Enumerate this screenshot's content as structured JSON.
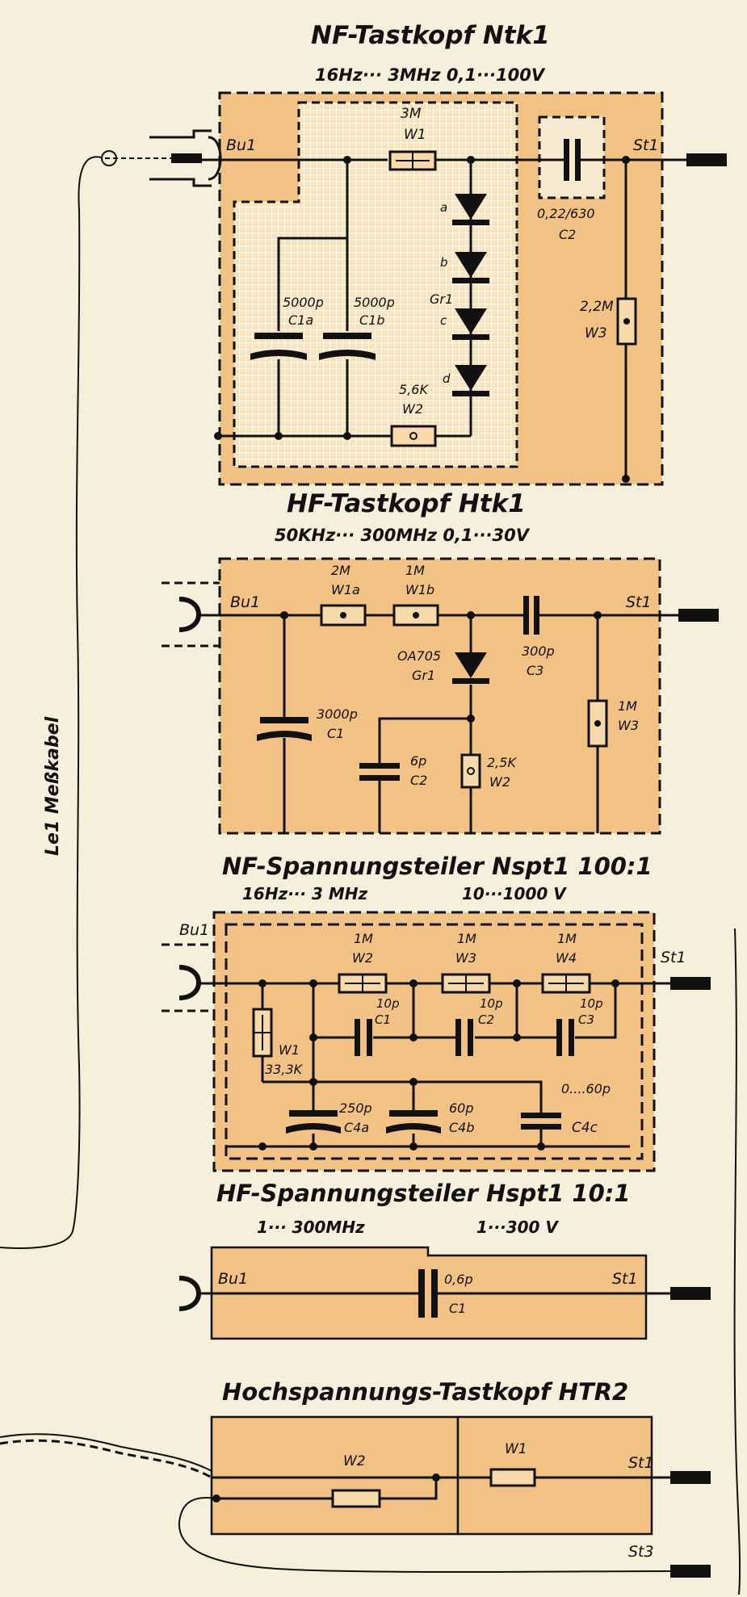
{
  "cable_label": "Le1   Meßkabel",
  "ntk1": {
    "title": "NF-Tastkopf Ntk1",
    "spec": "16Hz··· 3MHz  0,1···100V",
    "bu": "Bu1",
    "st": "St1",
    "w1": {
      "value": "3M",
      "name": "W1"
    },
    "c2": {
      "value": "0,22/630",
      "name": "C2"
    },
    "c1a": {
      "value": "5000p",
      "name": "C1a"
    },
    "c1b": {
      "value": "5000p",
      "name": "C1b"
    },
    "gr": {
      "name": "Gr1",
      "a": "a",
      "b": "b",
      "c": "c",
      "d": "d"
    },
    "w2": {
      "value": "5,6K",
      "name": "W2"
    },
    "w3": {
      "value": "2,2M",
      "name": "W3"
    }
  },
  "htk1": {
    "title": "HF-Tastkopf Htk1",
    "spec": "50KHz··· 300MHz  0,1···30V",
    "bu": "Bu1",
    "st": "St1",
    "w1a": {
      "value": "2M",
      "name": "W1a"
    },
    "w1b": {
      "value": "1M",
      "name": "W1b"
    },
    "gr": {
      "value": "OA705",
      "name": "Gr1"
    },
    "c3": {
      "value": "300p",
      "name": "C3"
    },
    "c1": {
      "value": "3000p",
      "name": "C1"
    },
    "c2": {
      "value": "6p",
      "name": "C2"
    },
    "w2": {
      "value": "2,5K",
      "name": "W2"
    },
    "w3": {
      "value": "1M",
      "name": "W3"
    }
  },
  "nspt1": {
    "title": "NF-Spannungsteiler Nspt1 100:1",
    "spec_f": "16Hz···  3 MHz",
    "spec_v": "10···1000 V",
    "bu": "Bu1",
    "st": "St1",
    "w1": {
      "value": "33,3K",
      "name": "W1"
    },
    "w2": {
      "value": "1M",
      "name": "W2"
    },
    "w3": {
      "value": "1M",
      "name": "W3"
    },
    "w4": {
      "value": "1M",
      "name": "W4"
    },
    "c1": {
      "value": "10p",
      "name": "C1"
    },
    "c2": {
      "value": "10p",
      "name": "C2"
    },
    "c3": {
      "value": "10p",
      "name": "C3"
    },
    "c4a": {
      "value": "250p",
      "name": "C4a"
    },
    "c4b": {
      "value": "60p",
      "name": "C4b"
    },
    "c4c": {
      "value": "0....60p",
      "name": "C4c"
    }
  },
  "hspt1": {
    "title": "HF-Spannungsteiler Hspt1 10:1",
    "spec_f": "1··· 300MHz",
    "spec_v": "1···300 V",
    "bu": "Bu1",
    "st": "St1",
    "c1": {
      "value": "0,6p",
      "name": "C1"
    }
  },
  "htr2": {
    "title": "Hochspannungs-Tastkopf HTR2",
    "w1": "W1",
    "w2": "W2",
    "st1": "St1",
    "st3": "St3"
  }
}
